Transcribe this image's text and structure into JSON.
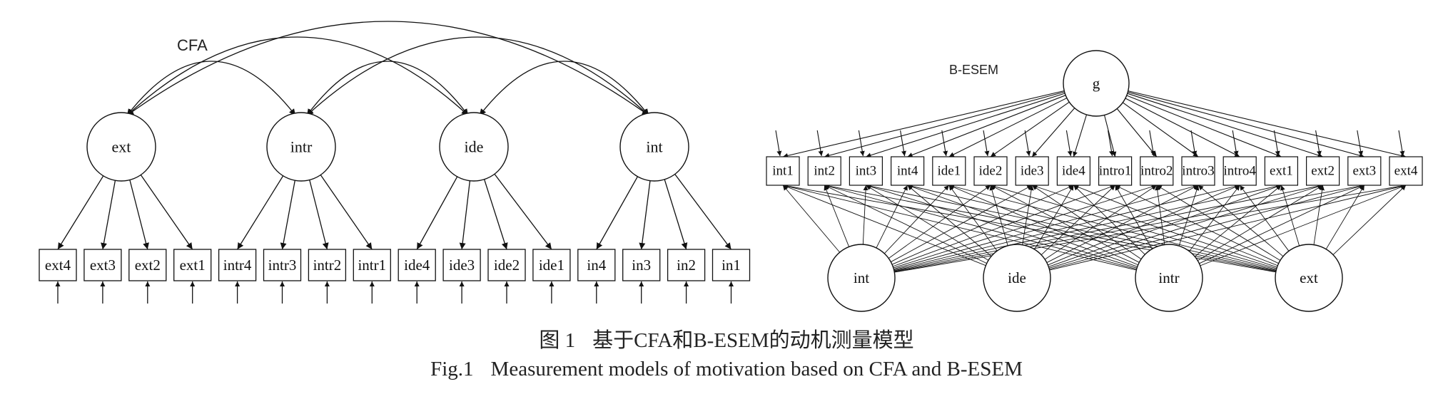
{
  "cfa": {
    "label": "CFA",
    "factors": [
      "ext",
      "intr",
      "ide",
      "int"
    ],
    "indicators": [
      [
        "ext4",
        "ext3",
        "ext2",
        "ext1"
      ],
      [
        "intr4",
        "intr3",
        "intr2",
        "intr1"
      ],
      [
        "ide4",
        "ide3",
        "ide2",
        "ide1"
      ],
      [
        "in4",
        "in3",
        "in2",
        "in1"
      ]
    ]
  },
  "besem": {
    "label": "B-ESEM",
    "general_factor": "g",
    "indicators": [
      "int1",
      "int2",
      "int3",
      "int4",
      "ide1",
      "ide2",
      "ide3",
      "ide4",
      "intro1",
      "intro2",
      "intro3",
      "intro4",
      "ext1",
      "ext2",
      "ext3",
      "ext4"
    ],
    "factors": [
      "int",
      "ide",
      "intr",
      "ext"
    ]
  },
  "caption": {
    "cn_number": "图 1",
    "cn_text": "基于CFA和B-ESEM的动机测量模型",
    "en_number": "Fig.1",
    "en_text": "Measurement models of motivation based on CFA and B-ESEM"
  }
}
